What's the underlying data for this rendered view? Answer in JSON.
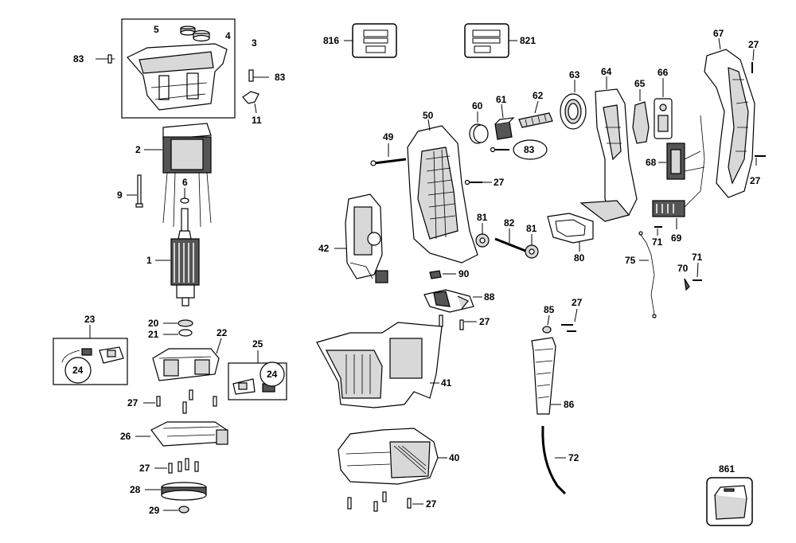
{
  "callouts": {
    "c1": "1",
    "c2": "2",
    "c3": "3",
    "c4": "4",
    "c5": "5",
    "c6": "6",
    "c9": "9",
    "c11": "11",
    "c20": "20",
    "c21": "21",
    "c22": "22",
    "c23": "23",
    "c24a": "24",
    "c24b": "24",
    "c25": "25",
    "c26": "26",
    "c27a": "27",
    "c27b": "27",
    "c27c": "27",
    "c27d": "27",
    "c27e": "27",
    "c27f": "27",
    "c27g": "27",
    "c27h": "27",
    "c28": "28",
    "c29": "29",
    "c40": "40",
    "c41": "41",
    "c42": "42",
    "c49": "49",
    "c50": "50",
    "c60": "60",
    "c61": "61",
    "c62": "62",
    "c63": "63",
    "c64": "64",
    "c65": "65",
    "c66": "66",
    "c67": "67",
    "c68": "68",
    "c69": "69",
    "c70": "70",
    "c71a": "71",
    "c71b": "71",
    "c72": "72",
    "c75": "75",
    "c80": "80",
    "c81a": "81",
    "c81b": "81",
    "c82": "82",
    "c83a": "83",
    "c83b": "83",
    "c83c": "83",
    "c85": "85",
    "c86": "86",
    "c88": "88",
    "c90": "90",
    "c816": "816",
    "c821": "821",
    "c861": "861"
  }
}
